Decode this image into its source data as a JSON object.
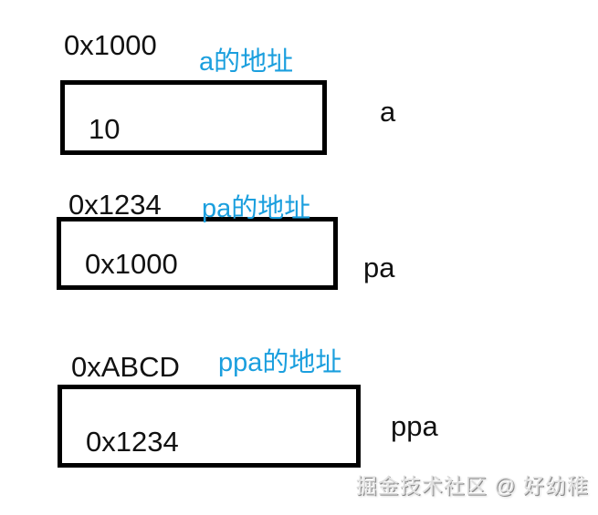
{
  "canvas": {
    "background": "#ffffff",
    "accent_blue": "#1b9fde",
    "text_color": "#111111",
    "border_color": "#000000"
  },
  "diagram": {
    "description": "pointer memory cells",
    "rows": [
      {
        "address": "0x1000",
        "address_label": "a的地址",
        "value": "10",
        "variable": "a"
      },
      {
        "address": "0x1234",
        "address_label": "pa的地址",
        "value": "0x1000",
        "variable": "pa"
      },
      {
        "address": "0xABCD",
        "address_label": "ppa的地址",
        "value": "0x1234",
        "variable": "ppa"
      }
    ]
  },
  "watermark": {
    "text": "掘金技术社区 @ 好幼稚"
  }
}
